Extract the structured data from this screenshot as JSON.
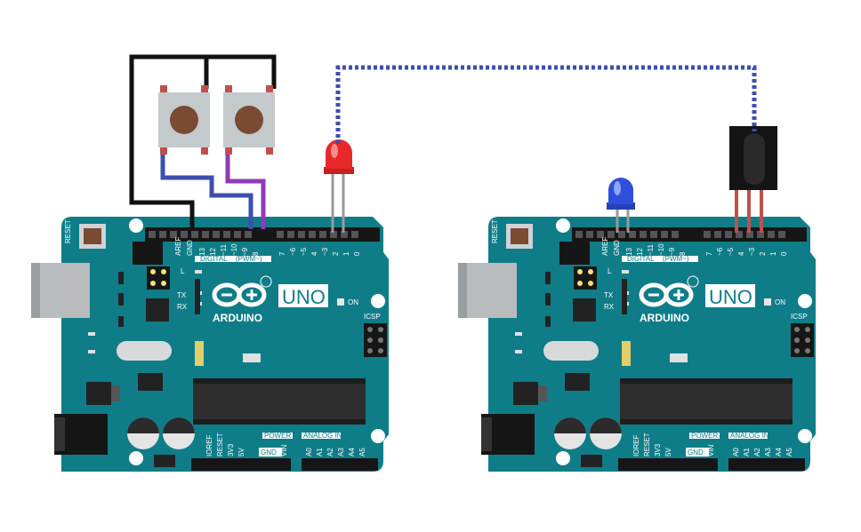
{
  "boards": [
    {
      "id": "left",
      "reset": "RESET",
      "aref": "AREF",
      "gnd": "GND",
      "digital": "DIGITAL",
      "pwm": "(PWM~)",
      "led_l": "L",
      "tx": "TX",
      "rx": "RX",
      "brand": "ARDUINO",
      "model": "UNO",
      "on": "ON",
      "icsp": "ICSP",
      "power": "POWER",
      "analog_in": "ANALOG IN",
      "bottom_gnd": "GND",
      "digital_pins": [
        "13",
        "12",
        "~11",
        "~10",
        "~9",
        "8",
        "7",
        "~6",
        "~5",
        "4",
        "~3",
        "2",
        "1",
        "0"
      ],
      "power_pins": [
        "IOREF",
        "RESET",
        "3V3",
        "5V",
        "",
        "",
        "VIN"
      ],
      "analog_pins": [
        "A0",
        "A1",
        "A2",
        "A3",
        "A4",
        "A5"
      ]
    },
    {
      "id": "right",
      "reset": "RESET",
      "aref": "AREF",
      "gnd": "GND",
      "digital": "DIGITAL",
      "pwm": "(PWM~)",
      "led_l": "L",
      "tx": "TX",
      "rx": "RX",
      "brand": "ARDUINO",
      "model": "UNO",
      "on": "ON",
      "icsp": "ICSP",
      "power": "POWER",
      "analog_in": "ANALOG IN",
      "bottom_gnd": "GND",
      "digital_pins": [
        "13",
        "12",
        "~11",
        "~10",
        "~9",
        "8",
        "7",
        "~6",
        "~5",
        "4",
        "~3",
        "2",
        "1",
        "0"
      ],
      "power_pins": [
        "IOREF",
        "RESET",
        "3V3",
        "5V",
        "",
        "",
        "VIN"
      ],
      "analog_pins": [
        "A0",
        "A1",
        "A2",
        "A3",
        "A4",
        "A5"
      ]
    }
  ],
  "colors": {
    "board": "#0f7d88",
    "board_dark": "#0a5f68",
    "wire_black": "#111111",
    "wire_blue": "#3d4fb0",
    "wire_purple": "#8e3bb5",
    "ir_link": "#3d4fb0",
    "led_red": "#e8282a",
    "led_blue": "#2f4fd8",
    "button_body": "#bfc5c8",
    "button_cap": "#7a4a32"
  }
}
